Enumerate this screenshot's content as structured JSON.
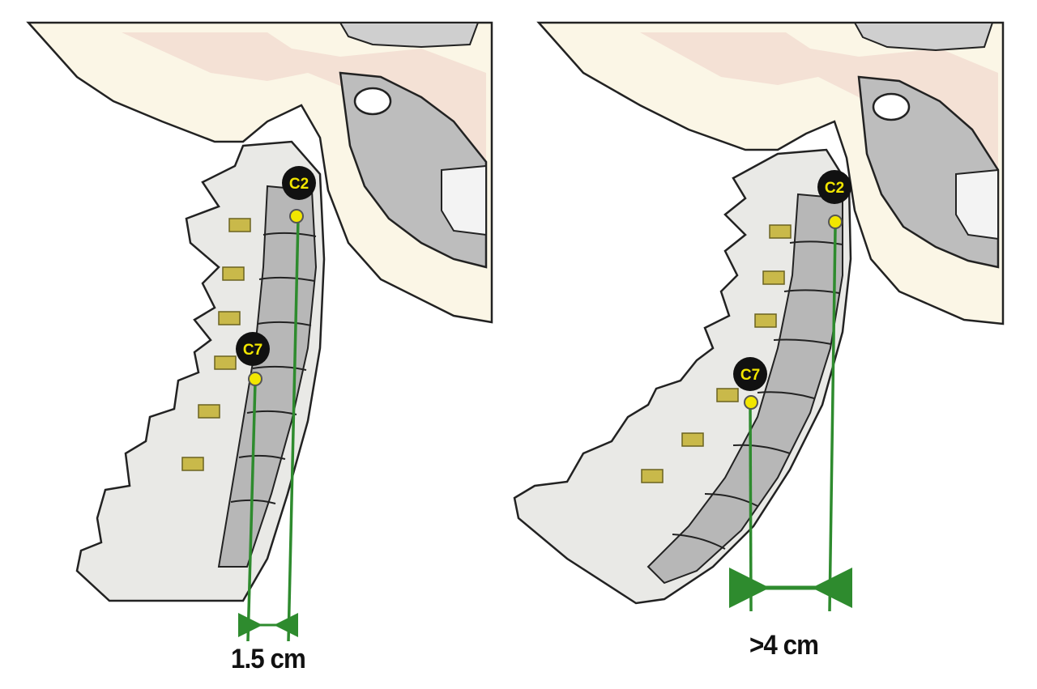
{
  "panels": [
    {
      "id": "neutral",
      "upper_vertebra_label": "C2",
      "lower_vertebra_label": "C7",
      "measurement_label": "1.5 cm"
    },
    {
      "id": "forward-head",
      "upper_vertebra_label": "C2",
      "lower_vertebra_label": "C7",
      "measurement_label": ">4 cm"
    }
  ],
  "colors": {
    "plumb_line": "#2e8b2e",
    "marker_fill": "#111111",
    "marker_text": "#f2e600",
    "bone_fill": "#f1f1ee",
    "bone_shadow": "#9a9a9a",
    "skin_tint": "#f1d9cf",
    "skull_bg": "#fbf6e6"
  }
}
